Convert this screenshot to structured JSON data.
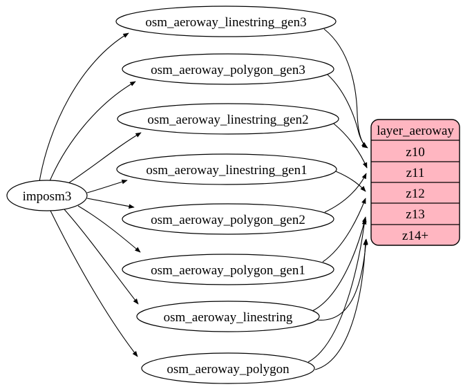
{
  "diagram": {
    "source": {
      "label": "imposm3"
    },
    "tables": [
      {
        "label": "osm_aeroway_linestring_gen3"
      },
      {
        "label": "osm_aeroway_polygon_gen3"
      },
      {
        "label": "osm_aeroway_linestring_gen2"
      },
      {
        "label": "osm_aeroway_linestring_gen1"
      },
      {
        "label": "osm_aeroway_polygon_gen2"
      },
      {
        "label": "osm_aeroway_polygon_gen1"
      },
      {
        "label": "osm_aeroway_linestring"
      },
      {
        "label": "osm_aeroway_polygon"
      }
    ],
    "layer": {
      "title": "layer_aeroway",
      "rows": [
        {
          "label": "z10"
        },
        {
          "label": "z11"
        },
        {
          "label": "z12"
        },
        {
          "label": "z13"
        },
        {
          "label": "z14+"
        }
      ],
      "fill": "#ffb6c1",
      "stroke": "#000000"
    },
    "edges": {
      "from_source": [
        "osm_aeroway_linestring_gen3",
        "osm_aeroway_polygon_gen3",
        "osm_aeroway_linestring_gen2",
        "osm_aeroway_linestring_gen1",
        "osm_aeroway_polygon_gen2",
        "osm_aeroway_polygon_gen1",
        "osm_aeroway_linestring",
        "osm_aeroway_polygon"
      ],
      "to_layer": [
        {
          "from": "osm_aeroway_linestring_gen3",
          "to": "z10"
        },
        {
          "from": "osm_aeroway_polygon_gen3",
          "to": "z10"
        },
        {
          "from": "osm_aeroway_linestring_gen2",
          "to": "z11"
        },
        {
          "from": "osm_aeroway_polygon_gen2",
          "to": "z11"
        },
        {
          "from": "osm_aeroway_linestring_gen1",
          "to": "z12"
        },
        {
          "from": "osm_aeroway_polygon_gen1",
          "to": "z12"
        },
        {
          "from": "osm_aeroway_linestring",
          "to": "z13"
        },
        {
          "from": "osm_aeroway_polygon",
          "to": "z13"
        },
        {
          "from": "osm_aeroway_linestring",
          "to": "z14+"
        },
        {
          "from": "osm_aeroway_polygon",
          "to": "z14+"
        }
      ]
    },
    "colors": {
      "background": "#ffffff",
      "node_fill": "#ffffff",
      "layer_fill": "#ffb6c1",
      "stroke": "#000000"
    }
  }
}
